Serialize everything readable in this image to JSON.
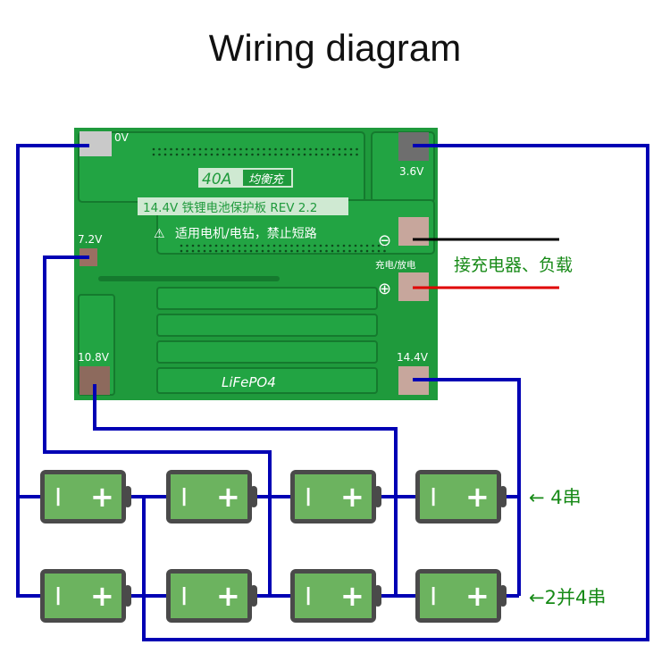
{
  "title": "Wiring diagram",
  "board": {
    "badge_current": "40A",
    "badge_balance": "均衡充",
    "model_line": "14.4V 铁锂电池保护板 REV 2.2",
    "warning": "适用电机/电钻，禁止短路",
    "chemistry": "LiFePO4",
    "terminals": {
      "b0": "0V",
      "b1": "3.6V",
      "b2": "7.2V",
      "b3": "10.8V",
      "b4": "14.4V",
      "charge_discharge": "充电/放电",
      "negative_symbol": "⊖",
      "positive_symbol": "⊕"
    }
  },
  "load_label": "接充电器、负载",
  "wire_colors": {
    "balance": "#0000b4",
    "negative": "#000000",
    "positive": "#e00000"
  },
  "battery": {
    "minus": "I",
    "plus": "+",
    "fill": "#6cb35f",
    "case": "#4a4a4a"
  },
  "rows": [
    {
      "label": "← 4串"
    },
    {
      "label": "←2并4串"
    }
  ]
}
